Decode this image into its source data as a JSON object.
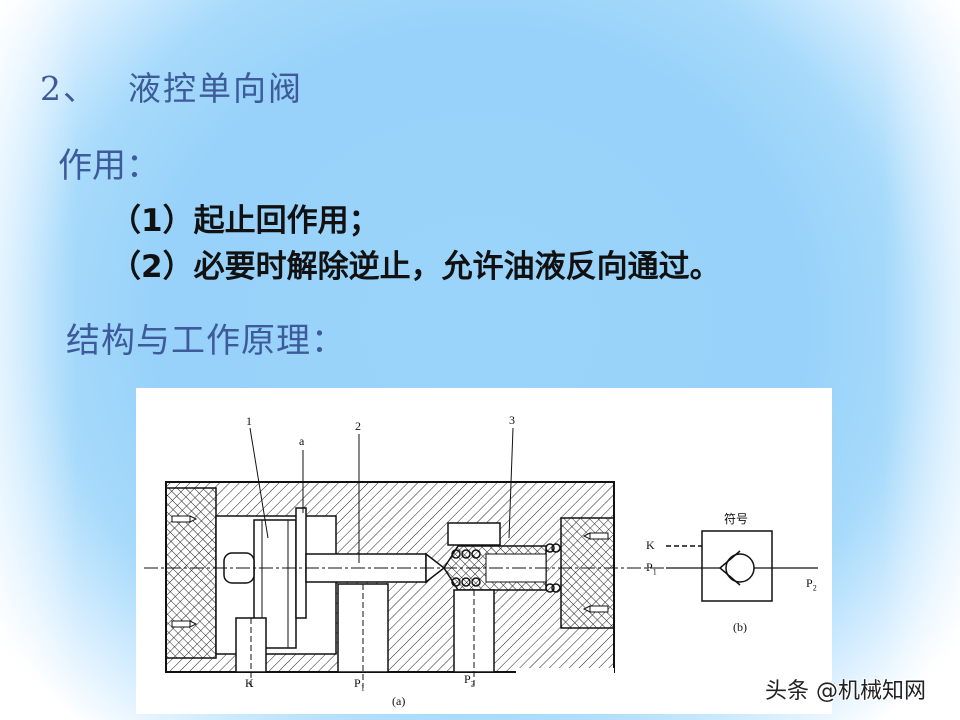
{
  "slide": {
    "title_number": "2、",
    "title_text": "液控单向阀",
    "purpose_heading": "作用：",
    "purpose_items": [
      "（1）起止回作用；",
      "（2）必要时解除逆止，允许油液反向通过。"
    ],
    "structure_heading": "结构与工作原理："
  },
  "figure": {
    "part_labels": [
      "1",
      "a",
      "2",
      "3"
    ],
    "port_labels": {
      "k": "K",
      "p1": "P",
      "p1_sub": "1",
      "p2": "P",
      "p2_sub": "2"
    },
    "caption_a": "(a)",
    "symbol": {
      "title": "符号",
      "k": "K",
      "p1": "P",
      "p1_sub": "1",
      "p2": "P",
      "p2_sub": "2",
      "caption": "(b)"
    }
  },
  "watermark": "头条 @机械知网",
  "colors": {
    "heading": "#3d5a9a",
    "body_text": "#111111",
    "background": "#98d2fa"
  }
}
